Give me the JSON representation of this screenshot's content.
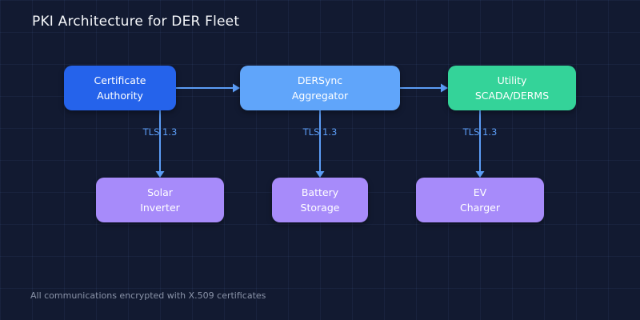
{
  "title": "PKI Architecture for DER Fleet",
  "footer": "All communications encrypted with X.509 certificates",
  "colors": {
    "background": "#121a31",
    "arrow": "#5b9cf5",
    "edge_label_text": "#5b9cf5",
    "certificate_authority_fill": "#2563eb",
    "dersync_aggregator_fill": "#60a5fa",
    "utility_scada_fill": "#34d399",
    "device_fill": "#a78bfa",
    "title_text": "#f5f7fa",
    "footer_text": "#8a93a8",
    "node_text": "#ffffff"
  },
  "nodes": {
    "certificate_authority": {
      "line1": "Certificate",
      "line2": "Authority"
    },
    "dersync_aggregator": {
      "line1": "DERSync",
      "line2": "Aggregator"
    },
    "utility_scada": {
      "line1": "Utility",
      "line2": "SCADA/DERMS"
    },
    "solar_inverter": {
      "line1": "Solar",
      "line2": "Inverter"
    },
    "battery_storage": {
      "line1": "Battery",
      "line2": "Storage"
    },
    "ev_charger": {
      "line1": "EV",
      "line2": "Charger"
    }
  },
  "edge_labels": {
    "ca_to_solar_inverter": "TLS 1.3",
    "aggregator_to_battery_storage": "TLS 1.3",
    "utility_to_ev_charger": "TLS 1.3"
  }
}
